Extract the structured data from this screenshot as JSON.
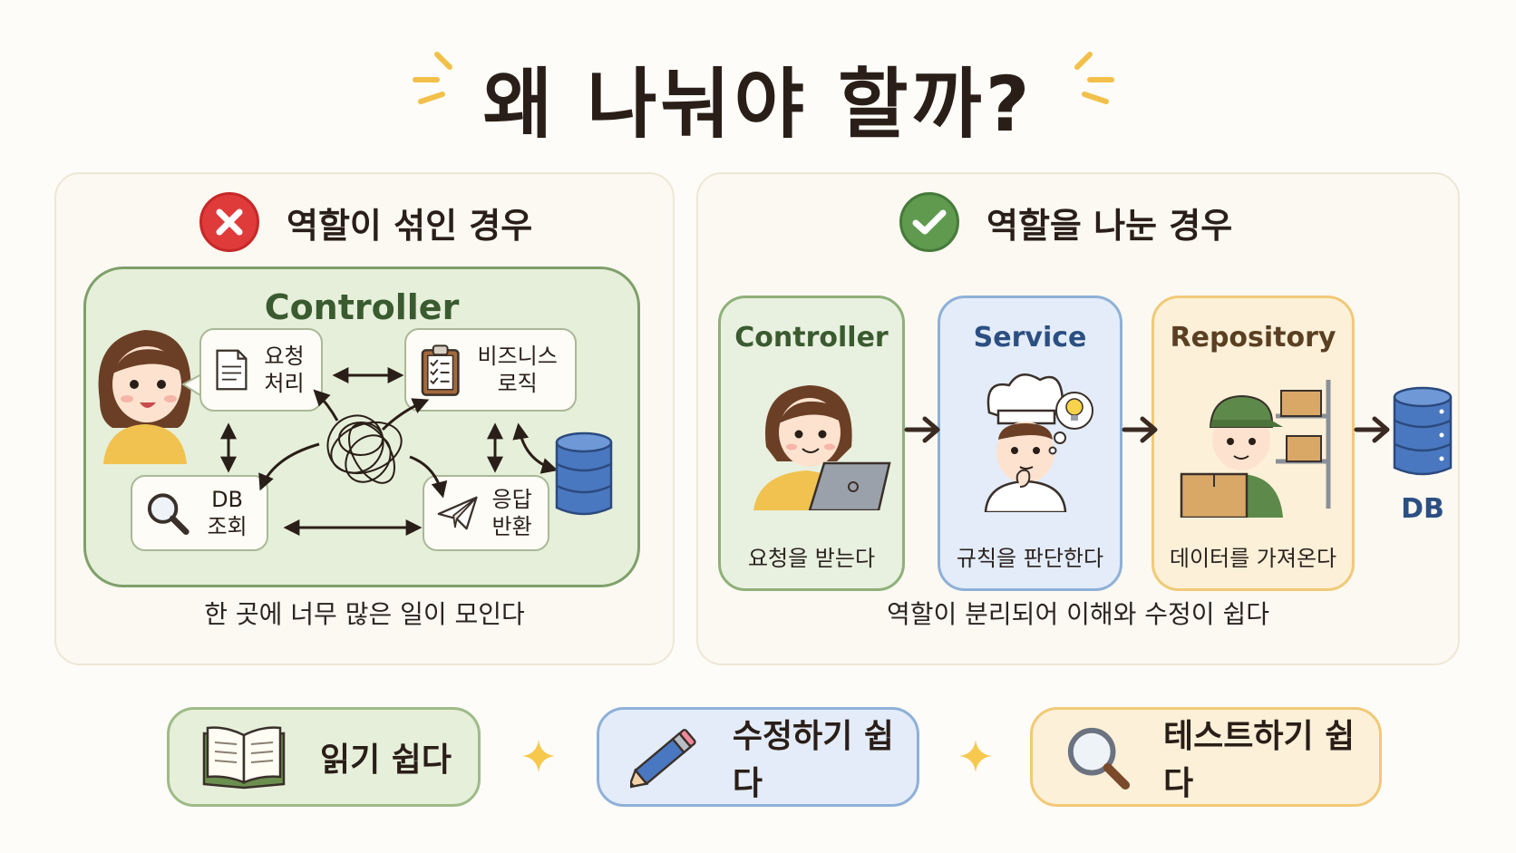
{
  "title": "왜 나눠야 할까?",
  "left_panel": {
    "heading": "역할이 섞인 경우",
    "controller_title": "Controller",
    "tasks": [
      {
        "label": "요청 처리"
      },
      {
        "label": "비즈니스 로직"
      },
      {
        "label": "DB 조회"
      },
      {
        "label": "응답 반환"
      }
    ],
    "caption": "한 곳에 너무 많은 일이 모인다"
  },
  "right_panel": {
    "heading": "역할을 나눈 경우",
    "layers": [
      {
        "title": "Controller",
        "caption": "요청을 받는다"
      },
      {
        "title": "Service",
        "caption": "규칙을 판단한다"
      },
      {
        "title": "Repository",
        "caption": "데이터를 가져온다"
      }
    ],
    "db_label": "DB",
    "caption": "역할이 분리되어 이해와 수정이 쉽다"
  },
  "benefits": [
    {
      "label": "읽기 쉽다",
      "icon": "open-book-icon"
    },
    {
      "label": "수정하기 쉽다",
      "icon": "pencil-icon"
    },
    {
      "label": "테스트하기 쉽다",
      "icon": "magnifier-icon"
    }
  ],
  "colors": {
    "controller_green": "#7fa06a",
    "service_blue": "#8fb0d8",
    "repository_yellow": "#f1c977",
    "bad_red": "#e03b3b",
    "good_green": "#5f9a4f",
    "db_blue": "#4a78c0"
  }
}
